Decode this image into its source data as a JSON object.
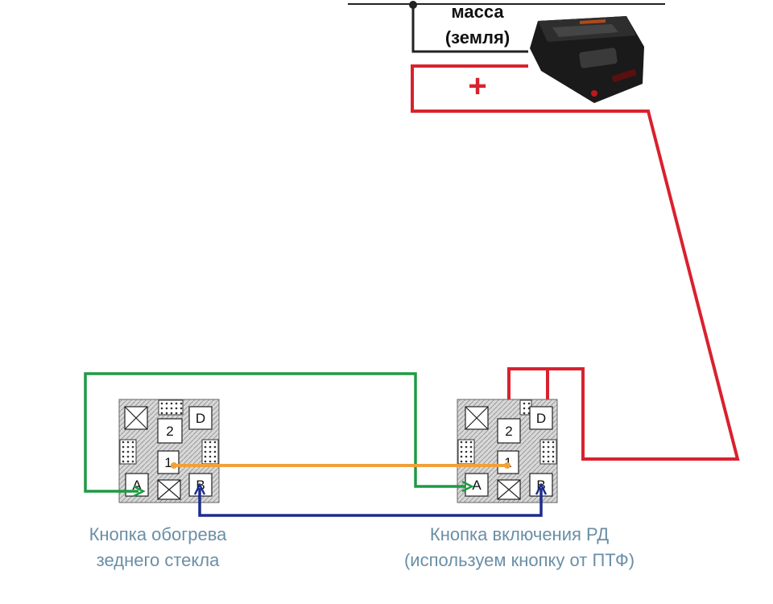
{
  "colors": {
    "ground_wire": "#222222",
    "power_wire": "#d9212e",
    "green_wire": "#1f9a45",
    "orange_wire": "#f0a13a",
    "blue_wire": "#1d2c8f",
    "caption": "#6a8fa6"
  },
  "ground": {
    "line1": "масса",
    "line2": "(земля)"
  },
  "power": {
    "symbol": "+"
  },
  "device": {
    "icon": "radar-detector-icon"
  },
  "buttons": {
    "left": {
      "caption_line1": "Кнопка обогрева",
      "caption_line2": "зеднего стекла",
      "pins": {
        "p2": "2",
        "p1": "1",
        "pD": "D",
        "pA": "A",
        "pB": "B"
      }
    },
    "right": {
      "caption_line1": "Кнопка включения РД",
      "caption_line2": "(используем кнопку от ПТФ)",
      "pins": {
        "p2": "2",
        "p1": "1",
        "pD": "D",
        "pA": "A",
        "pB": "B"
      }
    }
  }
}
